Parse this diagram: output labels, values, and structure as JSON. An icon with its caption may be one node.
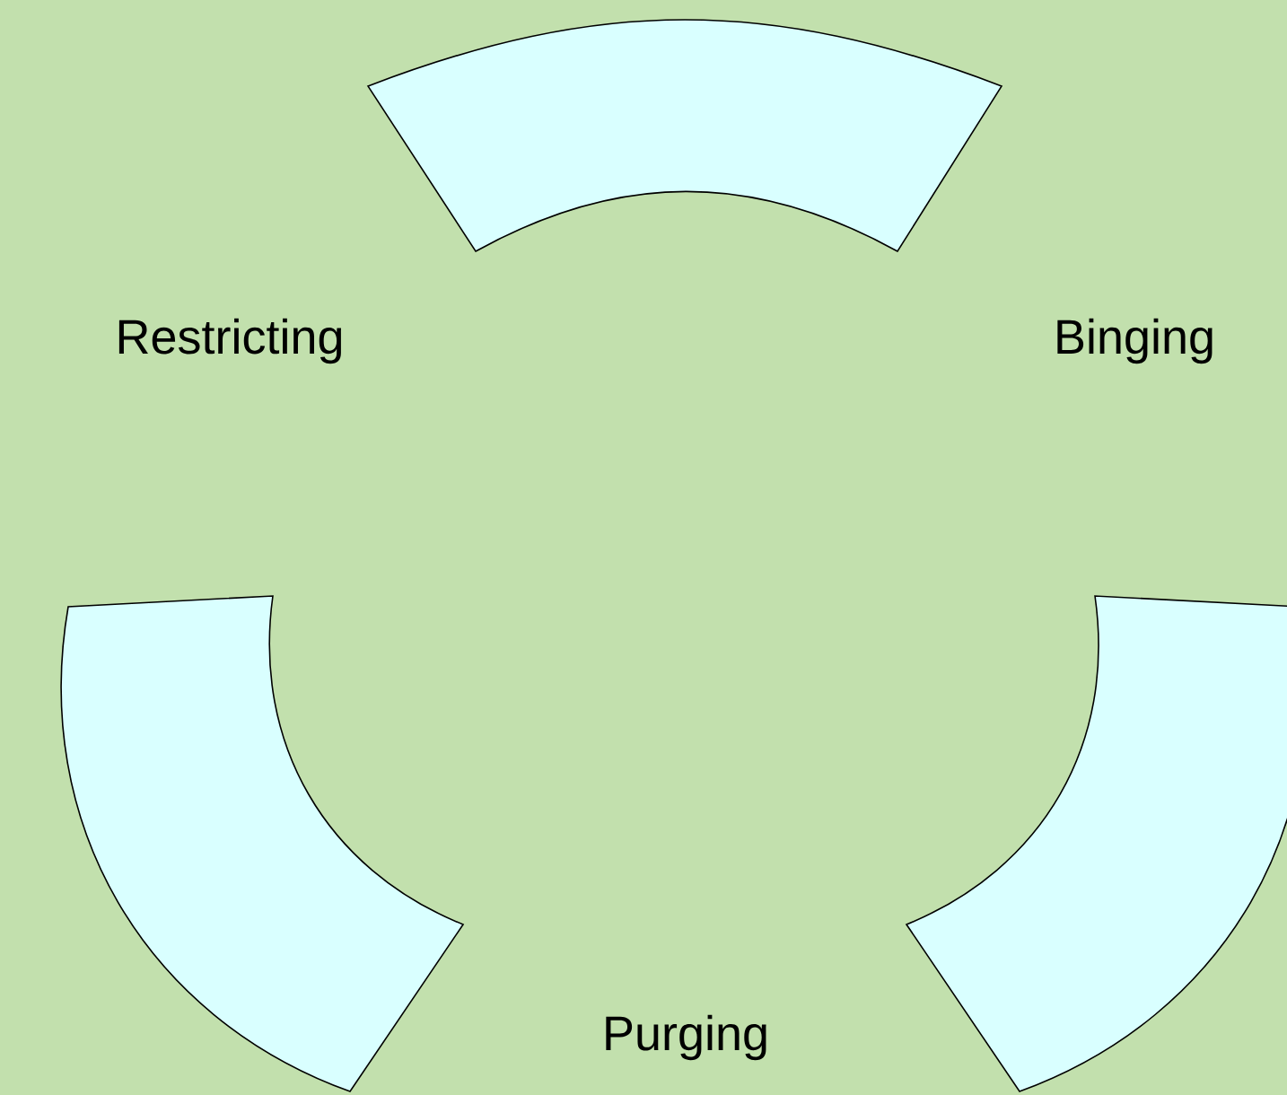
{
  "diagram": {
    "nodes": [
      {
        "text": [],
        "shape": "arc"
      },
      {
        "text": [
          "Restricting"
        ]
      },
      {
        "text": [
          "Binging"
        ]
      },
      {
        "text": [],
        "shape": "arc"
      },
      {
        "text": [],
        "shape": "arc"
      },
      {
        "text": [
          "Purging"
        ]
      }
    ]
  }
}
